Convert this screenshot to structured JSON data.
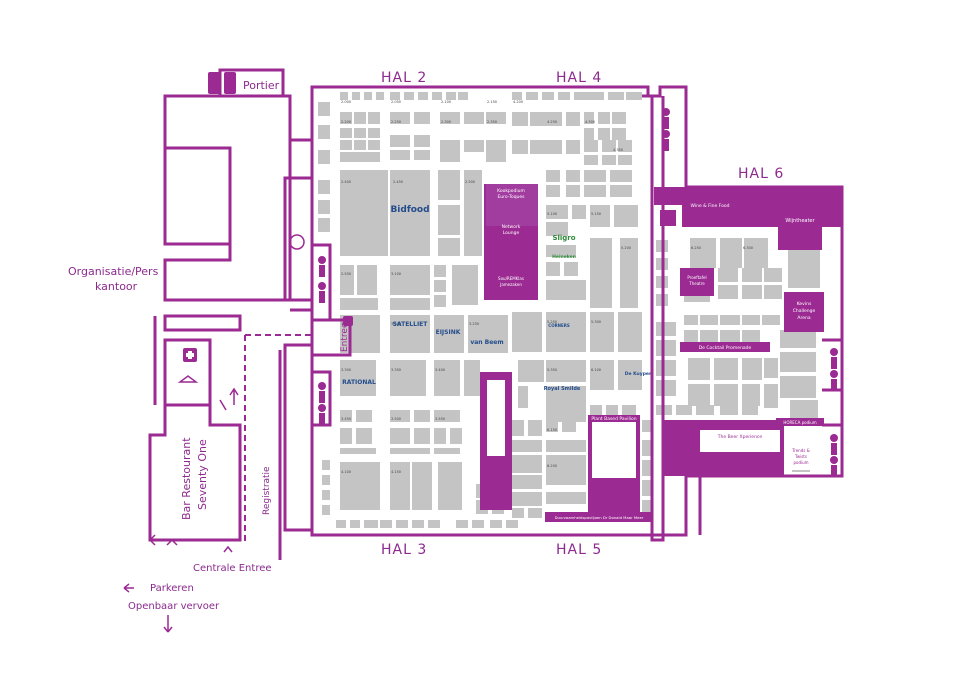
{
  "colors": {
    "accent": "#9b2a92",
    "booth": "#c4c4c4",
    "booth_text": "#444444",
    "feature_text": "#ffffff"
  },
  "halls": [
    "HAL 2",
    "HAL 4",
    "HAL 6",
    "HAL 3",
    "HAL 5"
  ],
  "areas": {
    "portier": "Portier",
    "organisatie": [
      "Organisatie/Pers",
      "kantoor"
    ],
    "bar": [
      "Bar Restourant",
      "Seventy One"
    ],
    "registratie": "Registratie",
    "centrale_entree": "Centrale Entree",
    "parkeren": "Parkeren",
    "openbaar_vervoer": "Openbaar vervoer",
    "entree": "Entree"
  },
  "features": {
    "kookpodium": [
      "Kookpodium",
      "Euro-Toques"
    ],
    "network": [
      "Network",
      "Lounge"
    ],
    "souvrea": [
      "Sou/REMKlas",
      "Jamezaken"
    ],
    "wine": "Wine & Fine Food",
    "wijntheater": "Wijntheater",
    "theatre": [
      "Proeftafel",
      "Theatre"
    ],
    "kevin": [
      "Kevins",
      "Challenge",
      "Arena"
    ],
    "cocktail": "De Cocktail Promenade",
    "plant": "Plant Based Pavilion",
    "beer": "The Beer Xperience",
    "horeca": "HORECA podium",
    "trends": [
      "Trends &",
      "Twists",
      "podium"
    ],
    "duurzaam": "Duurzaamheidspaviljoen Dr Donald Maar Meer"
  },
  "brands": [
    "Bidfood",
    "SATELLIET",
    "EIJSINK",
    "van Beem",
    "RATIONAL",
    "Sligro",
    "Heineken",
    "Royal Smilde",
    "De Kuyper",
    "CORNERS"
  ],
  "booth_codes": [
    "2.000",
    "2.050",
    "2.100",
    "2.150",
    "2.200",
    "2.250",
    "2.300",
    "2.350",
    "2.400",
    "2.450",
    "2.500",
    "2.550",
    "3.100",
    "3.150",
    "3.200",
    "3.250",
    "3.300",
    "3.350",
    "3.400",
    "3.450",
    "3.500",
    "3.550",
    "4.100",
    "4.150",
    "4.200",
    "4.250",
    "4.300",
    "4.350",
    "5.100",
    "5.150",
    "5.200",
    "5.250",
    "5.300",
    "5.350",
    "6.100",
    "6.150",
    "6.200",
    "6.250",
    "6.300"
  ]
}
